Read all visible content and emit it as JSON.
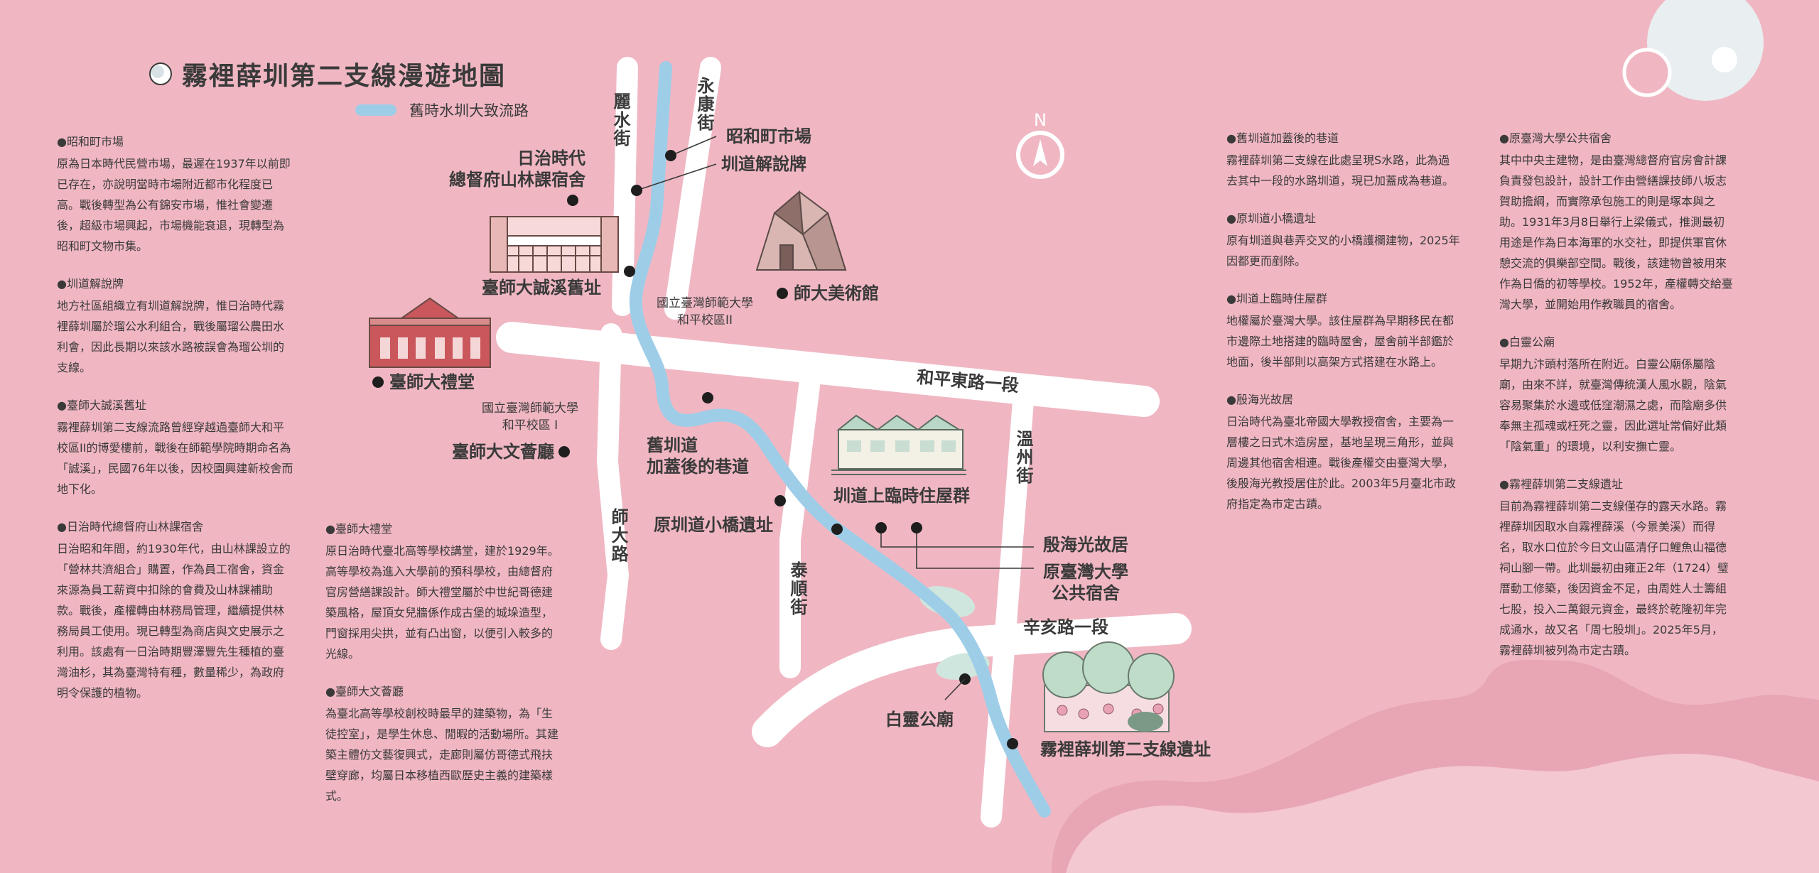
{
  "title": "霧裡薛圳第二支線漫遊地圖",
  "legend": {
    "label": "舊時水圳大致流路",
    "color": "#9ecde8"
  },
  "colors": {
    "background": "#f0b7c3",
    "road": "#ffffff",
    "canal": "#9ecde8",
    "text": "#3a3a3a"
  },
  "compass": {
    "label": "N",
    "icon": "compass-arrow-icon"
  },
  "roads": {
    "lishui": "麗水街",
    "yongkang": "永康街",
    "heping_east": "和平東路一段",
    "wenzhou": "溫州街",
    "shida": "師大路",
    "taishun": "泰順街",
    "xinhai": "辛亥路一段"
  },
  "map_labels": {
    "showa_market": "昭和町市場",
    "canal_sign": "圳道解說牌",
    "forestry_dorm": "日治時代\n總督府山林課宿舍",
    "chengxi_site": "臺師大誠溪舊址",
    "art_museum": "師大美術館",
    "campus2": "國立臺灣師範大學\n和平校區II",
    "auditorium": "臺師大禮堂",
    "campus1": "國立臺灣師範大學\n和平校區 I",
    "wencui_hall": "臺師大文薈廳",
    "covered_alley": "舊圳道\n加蓋後的巷道",
    "bridge_site": "原圳道小橋遺址",
    "temp_houses": "圳道上臨時住屋群",
    "yin_haiguang": "殷海光故居",
    "ntu_dorm": "原臺灣大學\n公共宿舍",
    "bailing_temple": "白靈公廟",
    "canal_site": "霧裡薛圳第二支線遺址"
  },
  "left_entries": [
    {
      "heading": "●昭和町市場",
      "body": "原為日本時代民營市場，最遲在1937年以前即已存在，亦說明當時市場附近都市化程度已高。戰後轉型為公有錦安市場，惟社會變遷後，超級市場興起，市場機能衰退，現轉型為昭和町文物市集。"
    },
    {
      "heading": "●圳道解說牌",
      "body": "地方社區組織立有圳道解說牌，惟日治時代霧裡薛圳屬於瑠公水利組合，戰後屬瑠公農田水利會，因此長期以來該水路被誤會為瑠公圳的支線。"
    },
    {
      "heading": "●臺師大誠溪舊址",
      "body": "霧裡薛圳第二支線流路曾經穿越過臺師大和平校區II的博愛樓前，戰後在師範學院時期命名為「誠溪」，民國76年以後，因校園興建新校舍而地下化。"
    },
    {
      "heading": "●日治時代總督府山林課宿舍",
      "body": "日治昭和年間，約1930年代，由山林課設立的「營林共濟組合」購置，作為員工宿舍，資金來源為員工薪資中扣除的會費及山林課補助款。戰後，產權轉由林務局管理，繼續提供林務局員工使用。現已轉型為商店與文史展示之利用。該處有一日治時期豐澤豐先生種植的臺灣油杉，其為臺灣特有種，數量稀少，為政府明令保護的植物。"
    }
  ],
  "mid_entries": [
    {
      "heading": "●臺師大禮堂",
      "body": "原日治時代臺北高等學校講堂，建於1929年。高等學校為進入大學前的預科學校，由總督府官房營繕課設計。師大禮堂屬於中世紀哥德建築風格，屋頂女兒牆係作成古堡的城垛造型，門窗採用尖拱，並有凸出窗，以便引入較多的光線。"
    },
    {
      "heading": "●臺師大文薈廳",
      "body": "為臺北高等學校創校時最早的建築物，為「生徒控室」，是學生休息、閒暇的活動場所。其建築主體仿文藝復興式，走廊則屬仿哥德式飛扶壁穿廊，均屬日本移植西歐歷史主義的建築樣式。"
    }
  ],
  "right1_entries": [
    {
      "heading": "●舊圳道加蓋後的巷道",
      "body": "霧裡薛圳第二支線在此處呈現S水路，此為過去其中一段的水路圳道，現已加蓋成為巷道。"
    },
    {
      "heading": "●原圳道小橋遺址",
      "body": "原有圳道與巷弄交叉的小橋護欄建物，2025年因都更而剷除。"
    },
    {
      "heading": "●圳道上臨時住屋群",
      "body": "地權屬於臺灣大學。該住屋群為早期移民在都市邊際土地搭建的臨時屋舍，屋舍前半部鑑於地面，後半部則以高架方式搭建在水路上。"
    },
    {
      "heading": "●殷海光故居",
      "body": "日治時代為臺北帝國大學教授宿舍，主要為一層樓之日式木造房屋，基地呈現三角形，並與周邊其他宿舍相連。戰後產權交由臺灣大學，後殷海光教授居住於此。2003年5月臺北市政府指定為市定古蹟。"
    }
  ],
  "right2_entries": [
    {
      "heading": "●原臺灣大學公共宿舍",
      "body": "其中中央主建物，是由臺灣總督府官房會計課負責發包設計，設計工作由營繕課技師八坂志賀助擔綱，而實際承包施工的則是塚本與之助。1931年3月8日舉行上梁儀式，推測最初用途是作為日本海軍的水交社，即提供軍官休憩交流的俱樂部空間。戰後，該建物曾被用來作為日僑的初等學校。1952年，產權轉交給臺灣大學，並開始用作教職員的宿舍。"
    },
    {
      "heading": "●白靈公廟",
      "body": "早期九汴頭村落所在附近。白靈公廟係屬陰廟，由來不詳，就臺灣傳統漢人風水觀，陰氣容易聚集於水邊或低窪潮濕之處，而陰廟多供奉無主孤魂或枉死之靈，因此選址常偏好此類「陰氣重」的環境，以利安撫亡靈。"
    },
    {
      "heading": "●霧裡薛圳第二支線遺址",
      "body": "目前為霧裡薛圳第二支線僅存的露天水路。霧裡薛圳因取水自霧裡薛溪（今景美溪）而得名，取水口位於今日文山區清仔口鯉魚山福德祠山腳一帶。此圳最初由雍正2年（1724）璧厝動工修築，後因資金不足，由周姓人士籌組七股，投入二萬銀元資金，最終於乾隆初年完成通水，故又名「周七股圳」。2025年5月，霧裡薛圳被列為市定古蹟。"
    }
  ]
}
